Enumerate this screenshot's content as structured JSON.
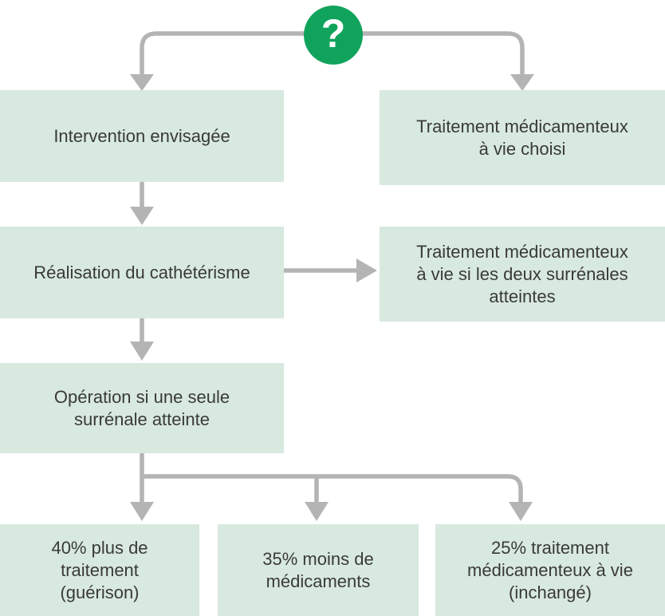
{
  "figure": {
    "type": "flowchart"
  },
  "colors": {
    "background": "#ffffff",
    "node_fill": "#d8e9df",
    "arrow": "#b4b4b4",
    "question_circle": "#10a35c",
    "question_mark": "#ffffff",
    "text": "#3a3a39"
  },
  "question_node": {
    "label": "?"
  },
  "nodes": {
    "intervention": {
      "label": "Intervention envisagée"
    },
    "treatment_chosen": {
      "label": "Traitement médicamenteux\nà vie choisi"
    },
    "catheterism": {
      "label": "Réalisation du cathétérisme"
    },
    "treatment_both_adrenals": {
      "label": "Traitement médicamenteux\nà vie si les deux surrénales\natteintes"
    },
    "operation_single_adrenal": {
      "label": "Opération si une seule\nsurrénale atteinte"
    },
    "outcome_more_treatment": {
      "label": "40% plus de\ntraitement\n(guérison)"
    },
    "outcome_less_medication": {
      "label": "35% moins de\nmédicaments"
    },
    "outcome_unchanged": {
      "label": "25% traitement\nmédicamenteux à vie\n(inchangé)"
    }
  },
  "edges": [
    {
      "from": "question",
      "to": "intervention"
    },
    {
      "from": "question",
      "to": "treatment_chosen"
    },
    {
      "from": "intervention",
      "to": "catheterism"
    },
    {
      "from": "catheterism",
      "to": "treatment_both_adrenals"
    },
    {
      "from": "catheterism",
      "to": "operation_single_adrenal"
    },
    {
      "from": "operation_single_adrenal",
      "to": "outcome_more_treatment"
    },
    {
      "from": "operation_single_adrenal",
      "to": "outcome_less_medication"
    },
    {
      "from": "operation_single_adrenal",
      "to": "outcome_unchanged"
    }
  ]
}
